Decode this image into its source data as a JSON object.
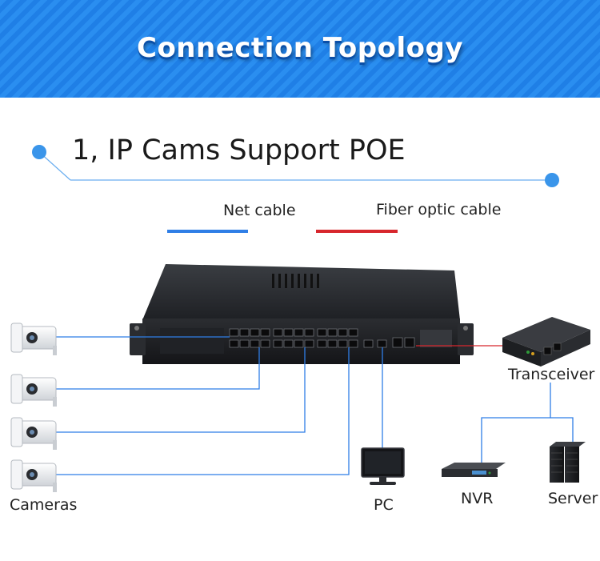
{
  "banner": {
    "title": "Connection Topology"
  },
  "section": {
    "title": "1, IP Cams Support POE"
  },
  "legend": {
    "net_cable": {
      "label": "Net cable",
      "color": "#2f7ee6"
    },
    "fiber_cable": {
      "label": "Fiber optic cable",
      "color": "#d7262c"
    }
  },
  "devices": {
    "cameras": "Cameras",
    "transceiver": "Transceiver",
    "pc": "PC",
    "nvr": "NVR",
    "server": "Server"
  },
  "colors": {
    "banner": "#2a8ef0",
    "accent": "#3a95ea",
    "link": "#2f7ee6",
    "fiber": "#d7262c"
  }
}
